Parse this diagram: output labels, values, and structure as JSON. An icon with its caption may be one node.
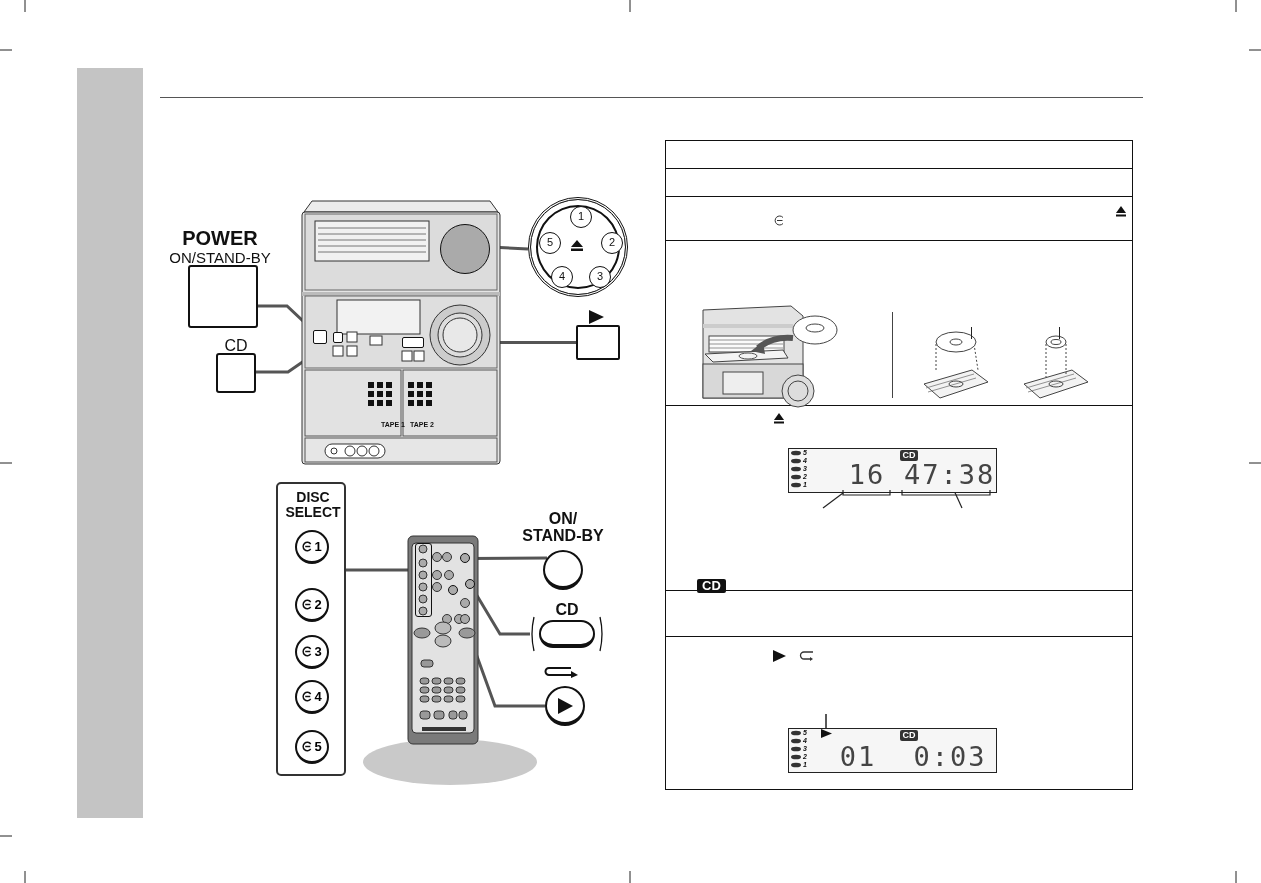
{
  "diagram": {
    "nodes": [
      {
        "text": [],
        "shape": "picture"
      },
      {
        "text": [],
        "shape": "box",
        "in": 0
      },
      {
        "text": [],
        "shape": "box",
        "in": 0
      },
      {
        "text": [],
        "shape": "circle",
        "in": 0
      },
      {
        "text": [],
        "shape": "box",
        "in": 0
      },
      {
        "text": [
          "POWER",
          "ON/STAND-BY"
        ]
      },
      {
        "text": [
          "CD"
        ]
      },
      {
        "text": [
          "1",
          "2",
          "3",
          "4",
          "5"
        ]
      },
      {
        "text": [],
        "shape": "box"
      },
      {
        "text": [],
        "shape": "picture"
      },
      {
        "text": [],
        "shape": "box",
        "in": 9
      },
      {
        "text": [],
        "shape": "circle",
        "in": 9
      },
      {
        "text": [],
        "shape": "circle",
        "in": 9
      },
      {
        "text": [],
        "shape": "circle",
        "in": 9
      },
      {
        "text": [
          "DISC SELECT"
        ]
      },
      {
        "text": [
          "1"
        ],
        "in": 14
      },
      {
        "text": [
          "2"
        ],
        "in": 14
      },
      {
        "text": [
          "3"
        ],
        "in": 14
      },
      {
        "text": [
          "4"
        ],
        "in": 14
      },
      {
        "text": [
          "5"
        ],
        "in": 14
      },
      {
        "text": [
          "ON/ STAND-BY"
        ]
      },
      {
        "text": [
          "CD"
        ]
      },
      {
        "text": [],
        "shape": "circle"
      },
      {
        "text": [],
        "shape": "bar"
      },
      {
        "text": [
          "16"
        ]
      },
      {
        "text": [
          "47:38"
        ]
      }
    ],
    "edges": [
      {
        "from": 5,
        "to": 1,
        "arrow": "none"
      },
      {
        "from": 6,
        "to": 2,
        "arrow": "none"
      },
      {
        "from": 7,
        "to": 3,
        "arrow": "none"
      },
      {
        "from": 8,
        "to": 4,
        "arrow": "none"
      },
      {
        "from": 14,
        "to": 10,
        "arrow": "none"
      },
      {
        "from": 20,
        "to": 11,
        "arrow": "none"
      },
      {
        "from": 21,
        "to": 12,
        "arrow": "none"
      },
      {
        "from": 22,
        "to": 13,
        "arrow": "none"
      },
      {
        "from": 24,
        "to": null,
        "arrow": "none"
      },
      {
        "from": 25,
        "to": null,
        "arrow": "none"
      }
    ],
    "labels": [
      "TAPE 1",
      "TAPE 2",
      "CD",
      "CD",
      "5",
      "4",
      "3",
      "2",
      "1",
      "CD",
      "5",
      "4",
      "3",
      "2",
      "1",
      "01",
      "0:03"
    ]
  }
}
